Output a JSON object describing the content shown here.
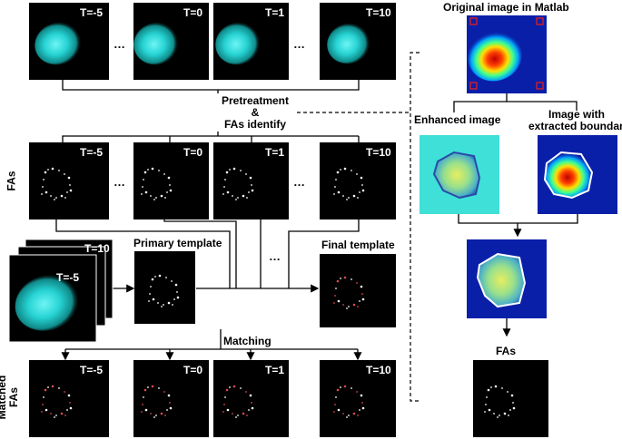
{
  "frames": {
    "t_minus5": "T=-5",
    "t0": "T=0",
    "t1": "T=1",
    "t10": "T=10",
    "ellipsis": "…"
  },
  "labels": {
    "pretreatment": "Pretreatment",
    "ampersand": "&",
    "fas_identify": "FAs identify",
    "fas_row": "FAs",
    "matched_fas_1": "Matched",
    "matched_fas_2": "FAs",
    "primary_template": "Primary template",
    "final_template": "Final template",
    "matching": "Matching",
    "original_image": "Original image in Matlab",
    "enhanced_image": "Enhanced image",
    "image_with_boundary_1": "Image with",
    "image_with_boundary_2": "extracted boundary",
    "fas_right": "FAs"
  },
  "colors": {
    "frame_bg": "#000000",
    "cyan_cell": "#2ad6d6",
    "fa_white": "#ffffff",
    "fa_red": "#d94a4a",
    "jet_blue": "#0a1fa8",
    "marker_red": "#e02020",
    "connector": "#000000"
  }
}
